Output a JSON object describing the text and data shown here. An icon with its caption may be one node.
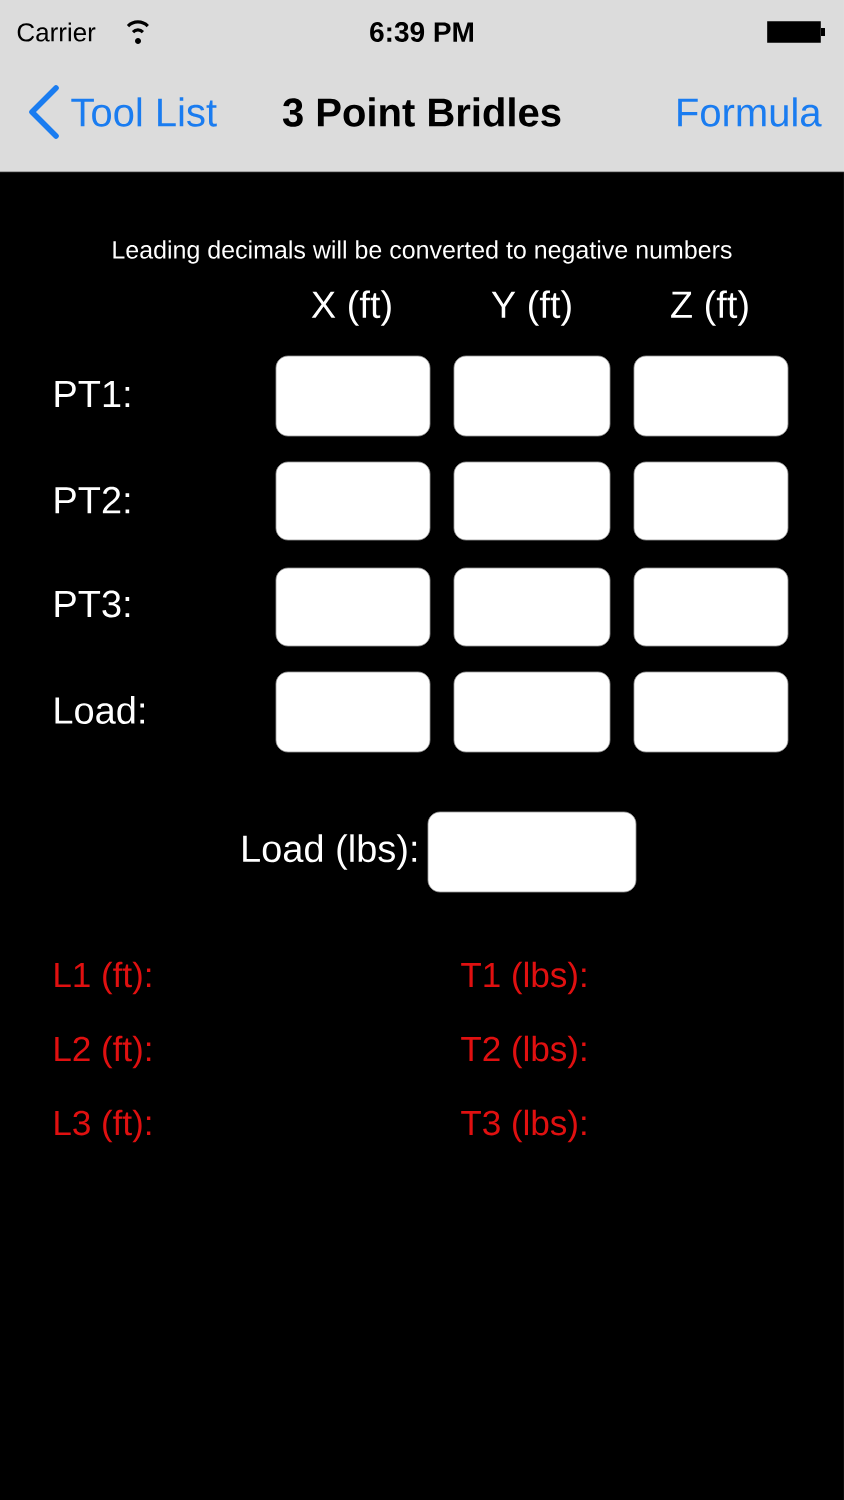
{
  "diagram": {
    "nodes": [
      {
        "text": [],
        "shape": "box"
      },
      {
        "text": [],
        "shape": "box"
      },
      {
        "text": [],
        "shape": "box"
      },
      {
        "text": [],
        "shape": "box"
      },
      {
        "text": [],
        "shape": "box"
      },
      {
        "text": [],
        "shape": "box"
      },
      {
        "text": [],
        "shape": "box"
      },
      {
        "text": [],
        "shape": "box"
      },
      {
        "text": [],
        "shape": "box"
      },
      {
        "text": [],
        "shape": "box"
      },
      {
        "text": [],
        "shape": "box"
      },
      {
        "text": [],
        "shape": "box"
      },
      {
        "text": [],
        "shape": "box"
      }
    ],
    "labels": [
      "Carrier",
      "6:39 PM",
      "Tool List",
      "3 Point Bridles",
      "Formula",
      "Leading decimals will be converted to negative numbers",
      "X (ft)",
      "Y (ft)",
      "Z (ft)",
      "PT1:",
      "PT2:",
      "PT3:",
      "Load:",
      "Load (lbs):",
      "L1 (ft):",
      "T1 (lbs):",
      "L2 (ft):",
      "T2 (lbs):",
      "L3 (ft):",
      "T3 (lbs):"
    ]
  }
}
